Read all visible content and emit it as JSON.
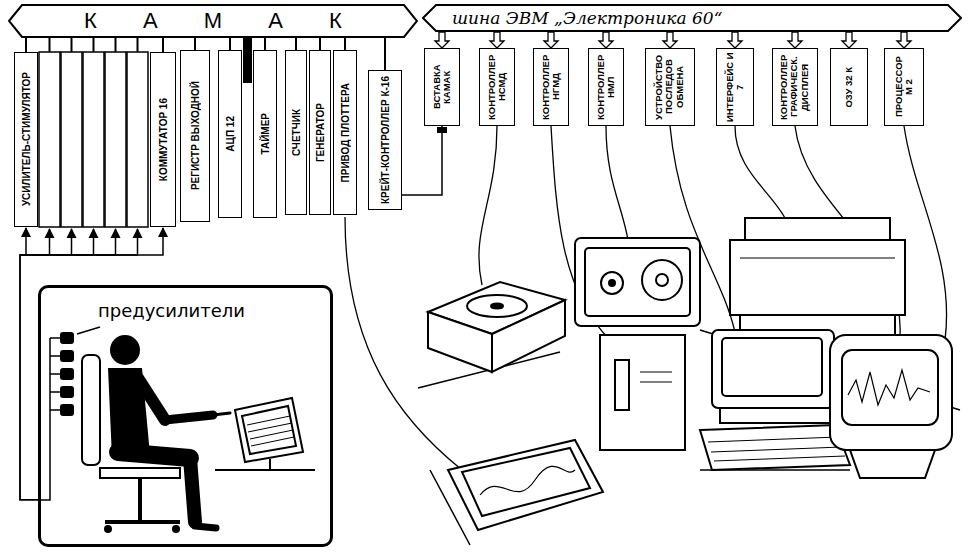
{
  "diagram": {
    "nodes": [
      {
        "text": [
          "К А М А К"
        ]
      },
      {
        "text": [
          "УСИЛИТЕЛЬ-СТИМУЛЯТОР"
        ]
      },
      {
        "text": [
          "КОММУТАТОР 16"
        ]
      },
      {
        "text": [
          "РЕГИСТР ВЫХОДНОЙ"
        ]
      },
      {
        "text": [
          "АЦП 12"
        ]
      },
      {
        "text": [
          "ТАЙМЕР"
        ]
      },
      {
        "text": [
          "СЧЕТЧИК"
        ]
      },
      {
        "text": [
          "ГЕНЕРАТОР"
        ]
      },
      {
        "text": [
          "ПРИВОД ПЛОТТЕРА"
        ]
      },
      {
        "text": [
          "КРЕЙТ-КОНТРОЛЛЕР К-16"
        ]
      },
      {
        "text": [
          "шина ЭВМ „Электроника 60“"
        ]
      },
      {
        "text": [
          "ВСТАВКА КАМАК"
        ]
      },
      {
        "text": [
          "КОНТРОЛЛЕР НСМД"
        ]
      },
      {
        "text": [
          "КОНТРОЛЛЕР НГМД"
        ]
      },
      {
        "text": [
          "КОНТРОЛЛЕР НМЛ"
        ]
      },
      {
        "text": [
          "УСТРОЙСТВО ПОСЛЕДОВ ОБМЕНА"
        ]
      },
      {
        "text": [
          "ИНТЕРФЕЙС И 7"
        ]
      },
      {
        "text": [
          "КОНТРОЛЛЕР ГРАФИЧЕСК. ДИСПЛЕЯ"
        ]
      },
      {
        "text": [
          "ОЗУ 32 К"
        ]
      },
      {
        "text": [
          "ПРОЦЕССОР М 2"
        ]
      },
      {
        "text": [
          "предусилители"
        ]
      }
    ],
    "edges": [
      {
        "from": 0,
        "to": 1,
        "arrow": "none"
      },
      {
        "from": 0,
        "to": 2,
        "arrow": "none"
      },
      {
        "from": 0,
        "to": 3,
        "arrow": "none"
      },
      {
        "from": 0,
        "to": 4,
        "arrow": "none"
      },
      {
        "from": 0,
        "to": 5,
        "arrow": "none"
      },
      {
        "from": 0,
        "to": 6,
        "arrow": "none"
      },
      {
        "from": 0,
        "to": 7,
        "arrow": "none"
      },
      {
        "from": 0,
        "to": 8,
        "arrow": "none"
      },
      {
        "from": 0,
        "to": 9,
        "arrow": "none"
      },
      {
        "from": 10,
        "to": 11,
        "arrow": "to"
      },
      {
        "from": 10,
        "to": 12,
        "arrow": "to"
      },
      {
        "from": 10,
        "to": 13,
        "arrow": "to"
      },
      {
        "from": 10,
        "to": 14,
        "arrow": "to"
      },
      {
        "from": 10,
        "to": 15,
        "arrow": "to"
      },
      {
        "from": 10,
        "to": 16,
        "arrow": "to"
      },
      {
        "from": 10,
        "to": 17,
        "arrow": "to"
      },
      {
        "from": 10,
        "to": 18,
        "arrow": "to"
      },
      {
        "from": 10,
        "to": 19,
        "arrow": "to"
      },
      {
        "from": 9,
        "to": 11,
        "arrow": "none"
      },
      {
        "from": 20,
        "to": 1,
        "arrow": "to"
      },
      {
        "from": 20,
        "to": 2,
        "arrow": "to"
      }
    ]
  }
}
